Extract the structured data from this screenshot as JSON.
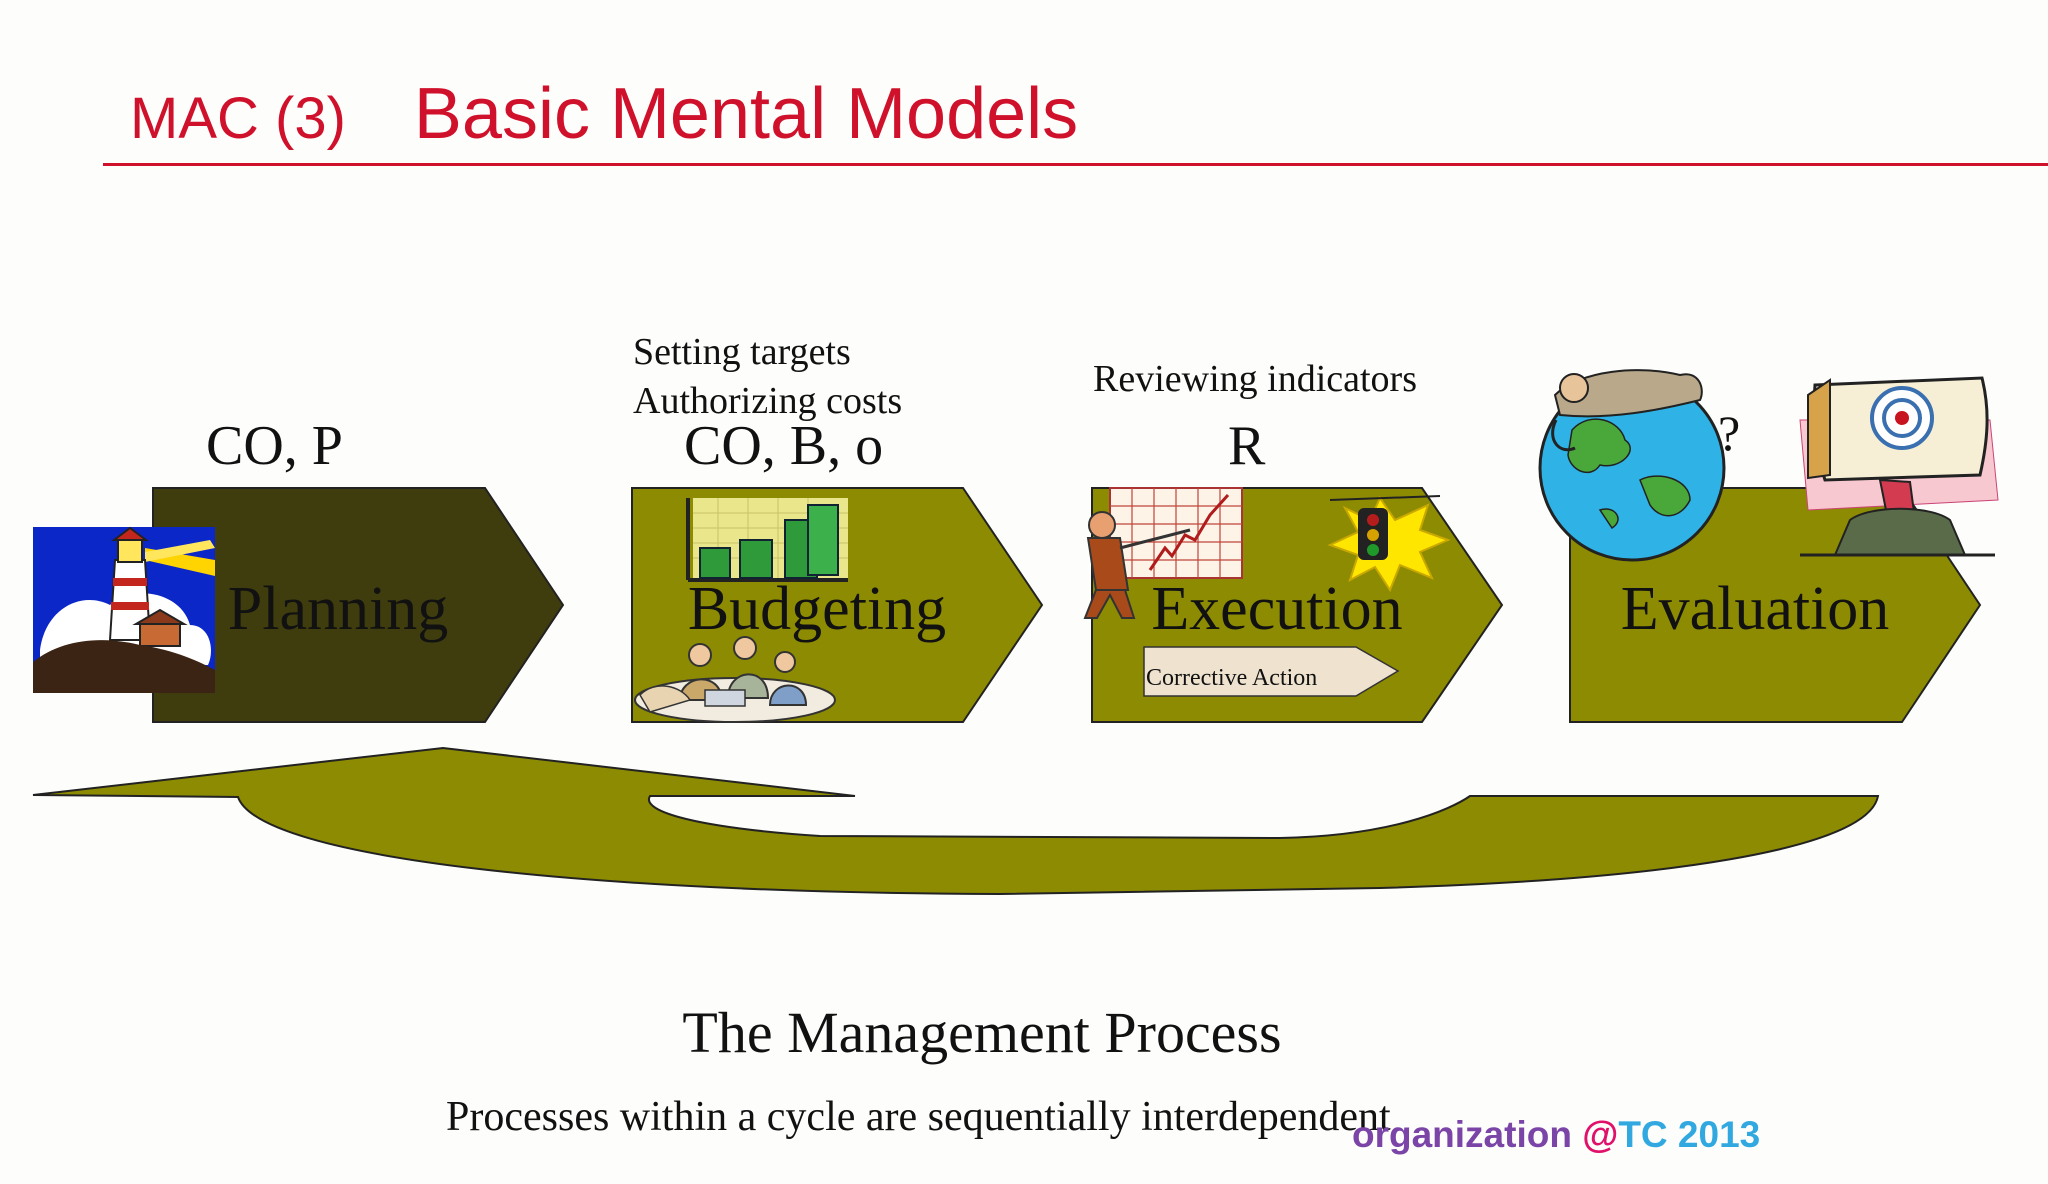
{
  "title": {
    "prefix": "MAC (3)",
    "main": "Basic Mental Models"
  },
  "stages": [
    {
      "label": "Planning",
      "code": "CO, P",
      "notes": []
    },
    {
      "label": "Budgeting",
      "code": "CO, B, o",
      "notes": [
        "Setting targets",
        "Authorizing costs"
      ]
    },
    {
      "label": "Execution",
      "code": "R",
      "notes": [
        "Reviewing indicators"
      ],
      "sub_action": "Corrective Action"
    },
    {
      "label": "Evaluation",
      "code": "",
      "notes": [],
      "question_mark": "?"
    }
  ],
  "feedback_arrow": "Evaluation back to Planning",
  "caption": {
    "title": "The Management Process",
    "subtitle": "Processes within a cycle are sequentially interdependent"
  },
  "watermark": {
    "org": "organization",
    "at": "@",
    "year": "TC 2013"
  },
  "colors": {
    "title_red": "#d0112b",
    "planning_fill": "#3f3d0e",
    "stage_fill": "#8d8b02",
    "arrow_fill": "#8d8b02"
  }
}
